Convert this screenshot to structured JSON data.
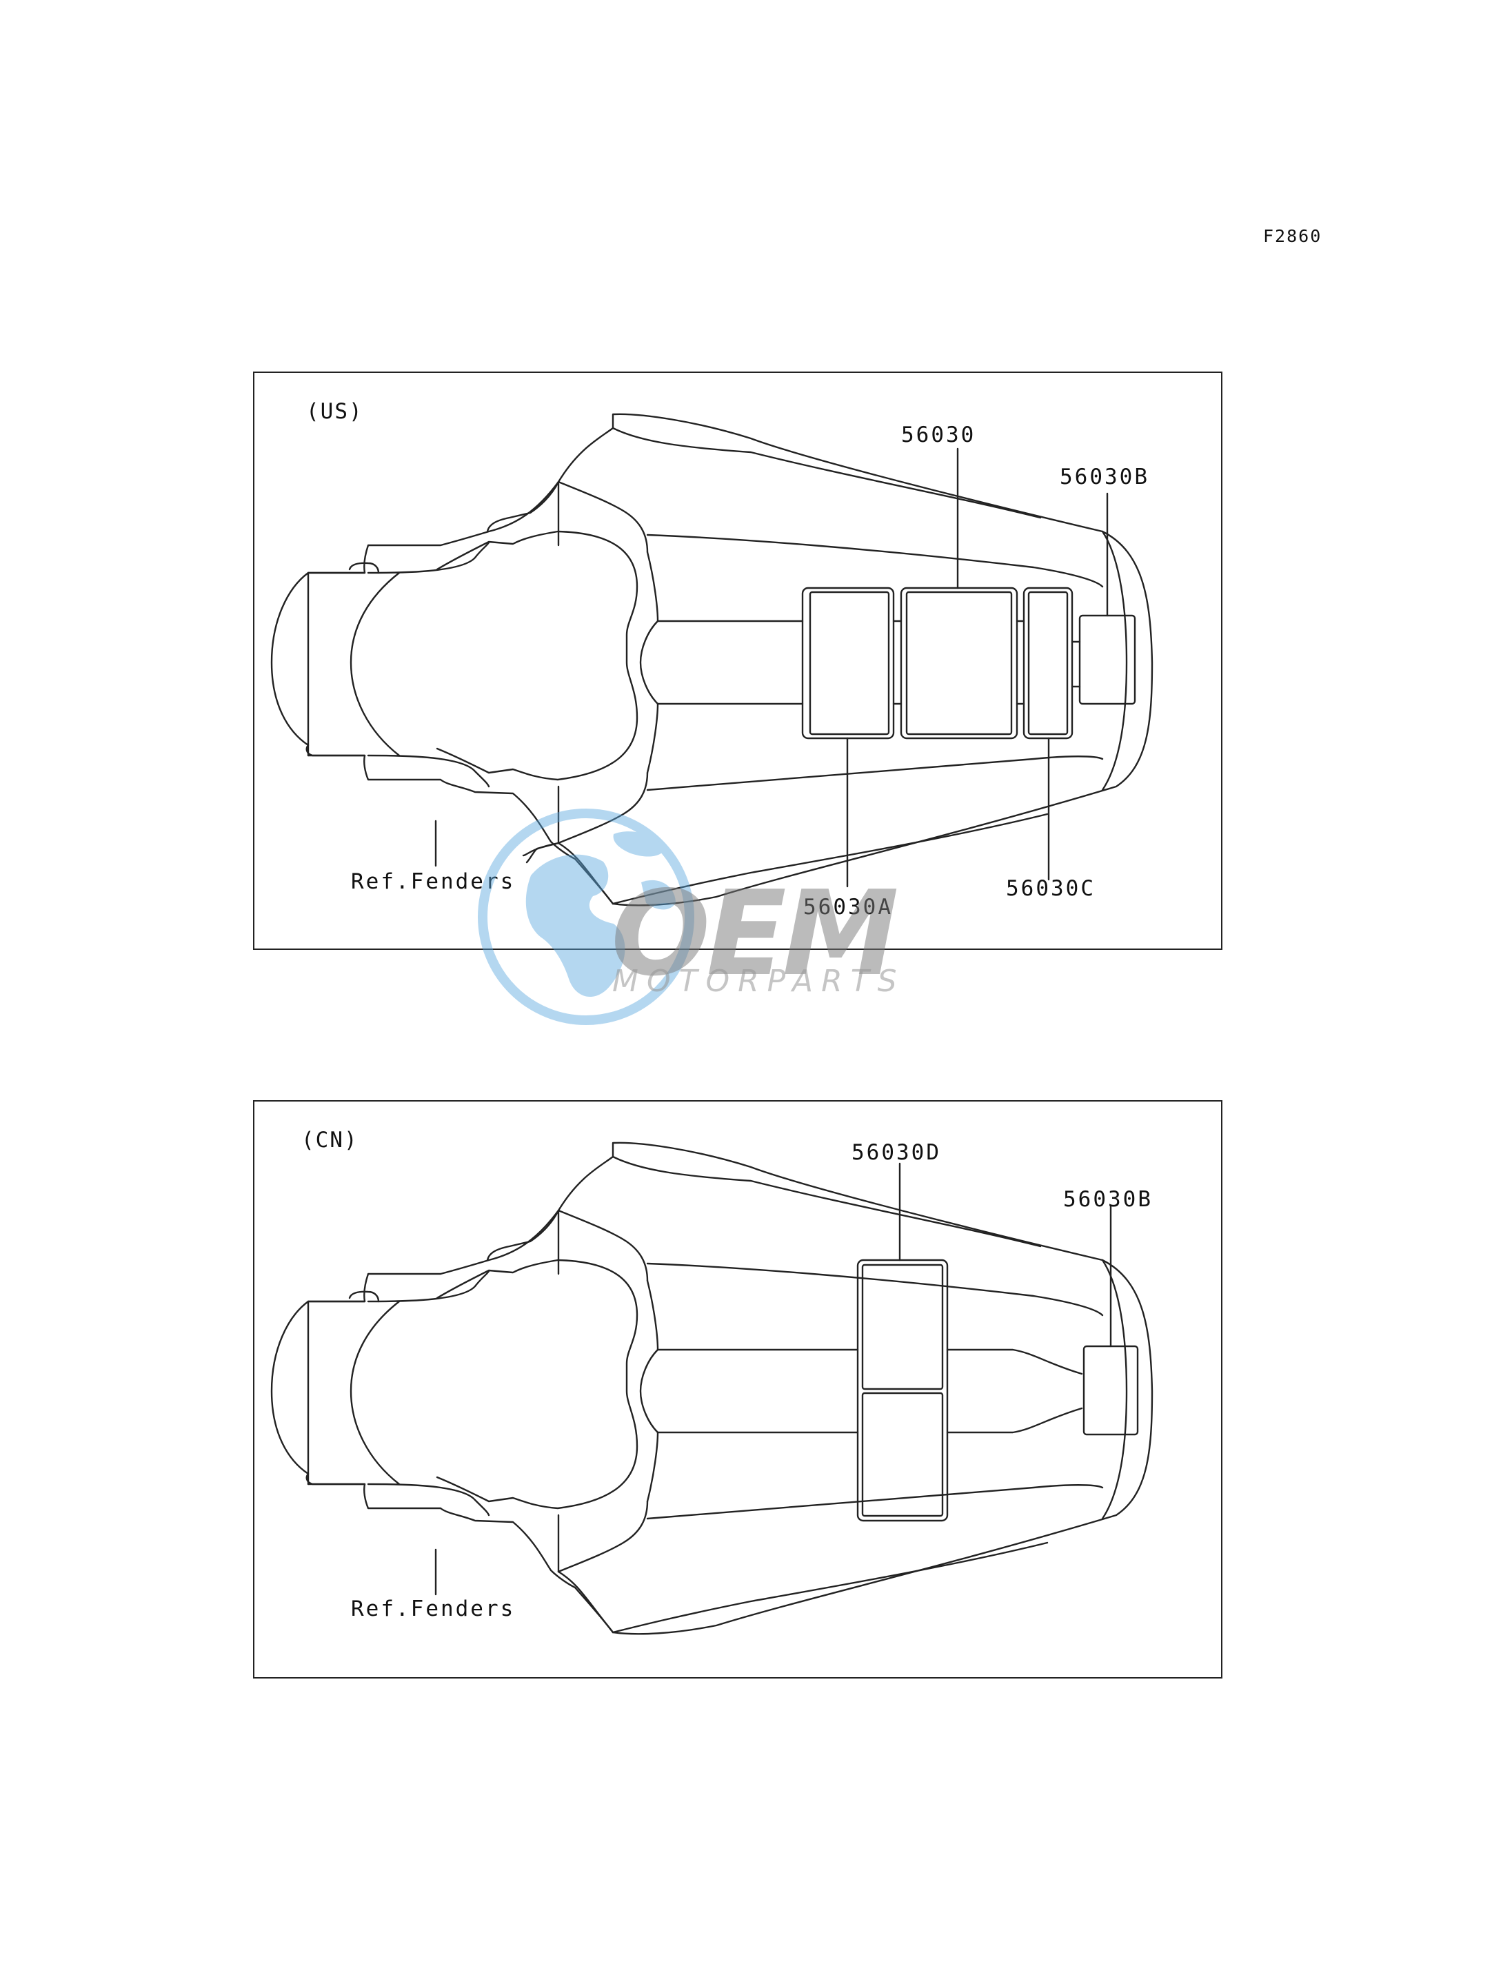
{
  "figure_code": "F2860",
  "panels": [
    {
      "region": "(US)",
      "callouts": {
        "label_main": "56030",
        "label_b": "56030B",
        "label_a": "56030A",
        "label_c": "56030C",
        "ref": "Ref.Fenders"
      }
    },
    {
      "region": "(CN)",
      "callouts": {
        "label_d": "56030D",
        "label_b": "56030B",
        "ref": "Ref.Fenders"
      }
    }
  ],
  "watermark": {
    "brand": "OEM",
    "subtitle": "MOTORPARTS",
    "colors": {
      "globe": "#5aa8df",
      "text": "#8c8c8c"
    }
  }
}
